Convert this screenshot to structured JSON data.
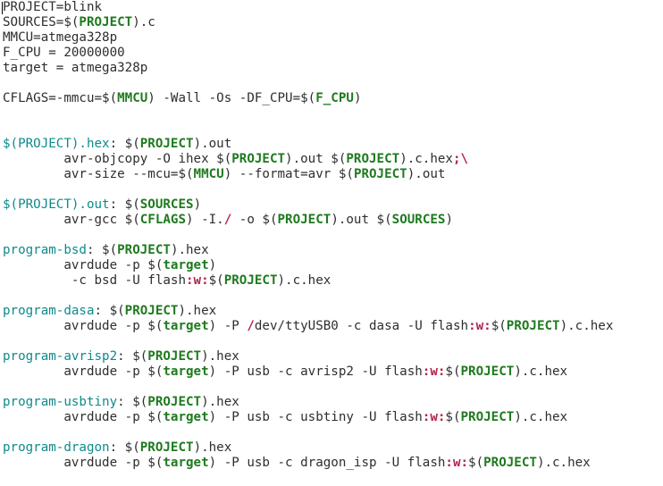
{
  "theme": {
    "background": "#ffffff",
    "text": "#2e2e2e",
    "target": "#0f8a8a",
    "variable": "#1f7a1f",
    "special": "#b3234a"
  },
  "lines": [
    {
      "tokens": [
        {
          "t": "plain",
          "v": "PROJECT=blink"
        }
      ]
    },
    {
      "tokens": [
        {
          "t": "plain",
          "v": "SOURCES=$("
        },
        {
          "t": "var",
          "v": "PROJECT"
        },
        {
          "t": "plain",
          "v": ").c"
        }
      ]
    },
    {
      "tokens": [
        {
          "t": "plain",
          "v": "MMCU=atmega328p"
        }
      ]
    },
    {
      "tokens": [
        {
          "t": "plain",
          "v": "F_CPU = 20000000"
        }
      ]
    },
    {
      "tokens": [
        {
          "t": "plain",
          "v": "target = atmega328p"
        }
      ]
    },
    {
      "blank": true
    },
    {
      "tokens": [
        {
          "t": "plain",
          "v": "CFLAGS=-mmcu=$("
        },
        {
          "t": "var",
          "v": "MMCU"
        },
        {
          "t": "plain",
          "v": ") -Wall -Os -DF_CPU=$("
        },
        {
          "t": "var",
          "v": "F_CPU"
        },
        {
          "t": "plain",
          "v": ")"
        }
      ]
    },
    {
      "blank": true
    },
    {
      "blank": true
    },
    {
      "tokens": [
        {
          "t": "target",
          "v": "$(PROJECT).hex"
        },
        {
          "t": "plain",
          "v": ": $("
        },
        {
          "t": "var",
          "v": "PROJECT"
        },
        {
          "t": "plain",
          "v": ").out"
        }
      ]
    },
    {
      "tokens": [
        {
          "t": "plain",
          "v": "        avr-objcopy -O ihex $("
        },
        {
          "t": "var",
          "v": "PROJECT"
        },
        {
          "t": "plain",
          "v": ").out $("
        },
        {
          "t": "var",
          "v": "PROJECT"
        },
        {
          "t": "plain",
          "v": ").c.hex"
        },
        {
          "t": "special",
          "v": ";\\"
        }
      ]
    },
    {
      "tokens": [
        {
          "t": "plain",
          "v": "        avr-size --mcu=$("
        },
        {
          "t": "var",
          "v": "MMCU"
        },
        {
          "t": "plain",
          "v": ") --format=avr $("
        },
        {
          "t": "var",
          "v": "PROJECT"
        },
        {
          "t": "plain",
          "v": ").out"
        }
      ]
    },
    {
      "blank": true
    },
    {
      "tokens": [
        {
          "t": "target",
          "v": "$(PROJECT).out"
        },
        {
          "t": "plain",
          "v": ": $("
        },
        {
          "t": "var",
          "v": "SOURCES"
        },
        {
          "t": "plain",
          "v": ")"
        }
      ]
    },
    {
      "tokens": [
        {
          "t": "plain",
          "v": "        avr-gcc $("
        },
        {
          "t": "var",
          "v": "CFLAGS"
        },
        {
          "t": "plain",
          "v": ") -I."
        },
        {
          "t": "special",
          "v": "/"
        },
        {
          "t": "plain",
          "v": " -o $("
        },
        {
          "t": "var",
          "v": "PROJECT"
        },
        {
          "t": "plain",
          "v": ").out $("
        },
        {
          "t": "var",
          "v": "SOURCES"
        },
        {
          "t": "plain",
          "v": ")"
        }
      ]
    },
    {
      "blank": true
    },
    {
      "tokens": [
        {
          "t": "target",
          "v": "program-bsd"
        },
        {
          "t": "plain",
          "v": ": $("
        },
        {
          "t": "var",
          "v": "PROJECT"
        },
        {
          "t": "plain",
          "v": ").hex"
        }
      ]
    },
    {
      "tokens": [
        {
          "t": "plain",
          "v": "        avrdude -p $("
        },
        {
          "t": "var",
          "v": "target"
        },
        {
          "t": "plain",
          "v": ")"
        }
      ]
    },
    {
      "tokens": [
        {
          "t": "plain",
          "v": "         -c bsd -U flash"
        },
        {
          "t": "special",
          "v": ":w:"
        },
        {
          "t": "plain",
          "v": "$("
        },
        {
          "t": "var",
          "v": "PROJECT"
        },
        {
          "t": "plain",
          "v": ").c.hex"
        }
      ]
    },
    {
      "blank": true
    },
    {
      "tokens": [
        {
          "t": "target",
          "v": "program-dasa"
        },
        {
          "t": "plain",
          "v": ": $("
        },
        {
          "t": "var",
          "v": "PROJECT"
        },
        {
          "t": "plain",
          "v": ").hex"
        }
      ]
    },
    {
      "tokens": [
        {
          "t": "plain",
          "v": "        avrdude -p $("
        },
        {
          "t": "var",
          "v": "target"
        },
        {
          "t": "plain",
          "v": ") -P "
        },
        {
          "t": "special",
          "v": "/"
        },
        {
          "t": "plain",
          "v": "dev/ttyUSB0 -c dasa -U flash"
        },
        {
          "t": "special",
          "v": ":w:"
        },
        {
          "t": "plain",
          "v": "$("
        },
        {
          "t": "var",
          "v": "PROJECT"
        },
        {
          "t": "plain",
          "v": ").c.hex"
        }
      ]
    },
    {
      "blank": true
    },
    {
      "tokens": [
        {
          "t": "target",
          "v": "program-avrisp2"
        },
        {
          "t": "plain",
          "v": ": $("
        },
        {
          "t": "var",
          "v": "PROJECT"
        },
        {
          "t": "plain",
          "v": ").hex"
        }
      ]
    },
    {
      "tokens": [
        {
          "t": "plain",
          "v": "        avrdude -p $("
        },
        {
          "t": "var",
          "v": "target"
        },
        {
          "t": "plain",
          "v": ") -P usb -c avrisp2 -U flash"
        },
        {
          "t": "special",
          "v": ":w:"
        },
        {
          "t": "plain",
          "v": "$("
        },
        {
          "t": "var",
          "v": "PROJECT"
        },
        {
          "t": "plain",
          "v": ").c.hex"
        }
      ]
    },
    {
      "blank": true
    },
    {
      "tokens": [
        {
          "t": "target",
          "v": "program-usbtiny"
        },
        {
          "t": "plain",
          "v": ": $("
        },
        {
          "t": "var",
          "v": "PROJECT"
        },
        {
          "t": "plain",
          "v": ").hex"
        }
      ]
    },
    {
      "tokens": [
        {
          "t": "plain",
          "v": "        avrdude -p $("
        },
        {
          "t": "var",
          "v": "target"
        },
        {
          "t": "plain",
          "v": ") -P usb -c usbtiny -U flash"
        },
        {
          "t": "special",
          "v": ":w:"
        },
        {
          "t": "plain",
          "v": "$("
        },
        {
          "t": "var",
          "v": "PROJECT"
        },
        {
          "t": "plain",
          "v": ").c.hex"
        }
      ]
    },
    {
      "blank": true
    },
    {
      "tokens": [
        {
          "t": "target",
          "v": "program-dragon"
        },
        {
          "t": "plain",
          "v": ": $("
        },
        {
          "t": "var",
          "v": "PROJECT"
        },
        {
          "t": "plain",
          "v": ").hex"
        }
      ]
    },
    {
      "tokens": [
        {
          "t": "plain",
          "v": "        avrdude -p $("
        },
        {
          "t": "var",
          "v": "target"
        },
        {
          "t": "plain",
          "v": ") -P usb -c dragon_isp -U flash"
        },
        {
          "t": "special",
          "v": ":w:"
        },
        {
          "t": "plain",
          "v": "$("
        },
        {
          "t": "var",
          "v": "PROJECT"
        },
        {
          "t": "plain",
          "v": ").c.hex"
        }
      ]
    }
  ]
}
